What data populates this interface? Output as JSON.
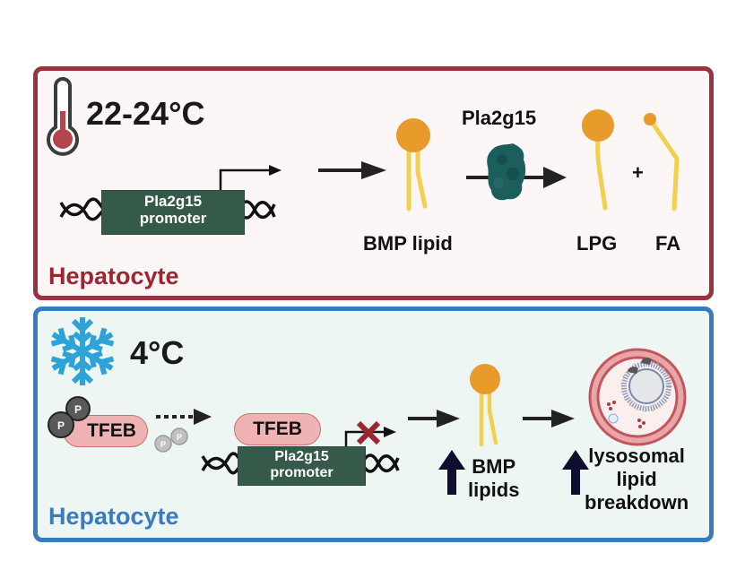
{
  "warm_panel": {
    "temperature": "22-24°C",
    "cell_type": "Hepatocyte",
    "promoter": {
      "line1": "Pla2g15",
      "line2": "promoter"
    },
    "enzyme_label": "Pla2g15",
    "substrate_label": "BMP lipid",
    "products": [
      "LPG",
      "FA"
    ],
    "plus_sign": "+"
  },
  "cold_panel": {
    "temperature": "4°C",
    "cell_type": "Hepatocyte",
    "tfeb_label": "TFEB",
    "phospho_label": "P",
    "promoter": {
      "line1": "Pla2g15",
      "line2": "promoter"
    },
    "bmp_label": {
      "line1": "BMP",
      "line2": "lipids"
    },
    "lysosome_label": {
      "line1": "lysosomal",
      "line2": "lipid",
      "line3": "breakdown"
    }
  },
  "colors": {
    "warm_border": "#9a3340",
    "cold_border": "#3a7bbf",
    "lipid_head": "#e89a2a",
    "lipid_tail": "#f3cf4f",
    "promoter_fill": "#355a4a",
    "enzyme": "#1b5e5c",
    "tfeb_fill": "#efb3b3",
    "block_x": "#9a2630",
    "snowflake": "#2ea3d8",
    "thermometer_bulb": "#b5444d"
  }
}
